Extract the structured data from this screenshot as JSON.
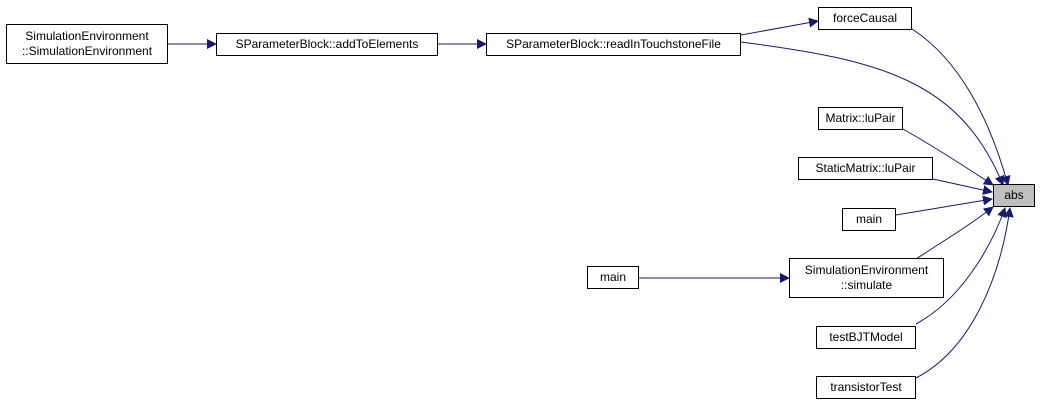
{
  "nodes": {
    "sim_ctor": {
      "lines": [
        "SimulationEnvironment",
        "::SimulationEnvironment"
      ]
    },
    "add_to_elements": {
      "lines": [
        "SParameterBlock::addToElements"
      ]
    },
    "read_touchstone": {
      "lines": [
        "SParameterBlock::readInTouchstoneFile"
      ]
    },
    "force_causal": {
      "lines": [
        "forceCausal"
      ]
    },
    "matrix_lupair": {
      "lines": [
        "Matrix::luPair"
      ]
    },
    "static_matrix_lupair": {
      "lines": [
        "StaticMatrix::luPair"
      ]
    },
    "main_1": {
      "lines": [
        "main"
      ]
    },
    "main_2": {
      "lines": [
        "main"
      ]
    },
    "sim_simulate": {
      "lines": [
        "SimulationEnvironment",
        "::simulate"
      ]
    },
    "test_bjt": {
      "lines": [
        "testBJTModel"
      ]
    },
    "transistor_test": {
      "lines": [
        "transistorTest"
      ]
    },
    "abs": {
      "lines": [
        "abs"
      ]
    }
  },
  "colors": {
    "edge": "#191970",
    "root_fill": "#bfbfbf",
    "node_fill": "#ffffff",
    "node_border": "#000000"
  }
}
